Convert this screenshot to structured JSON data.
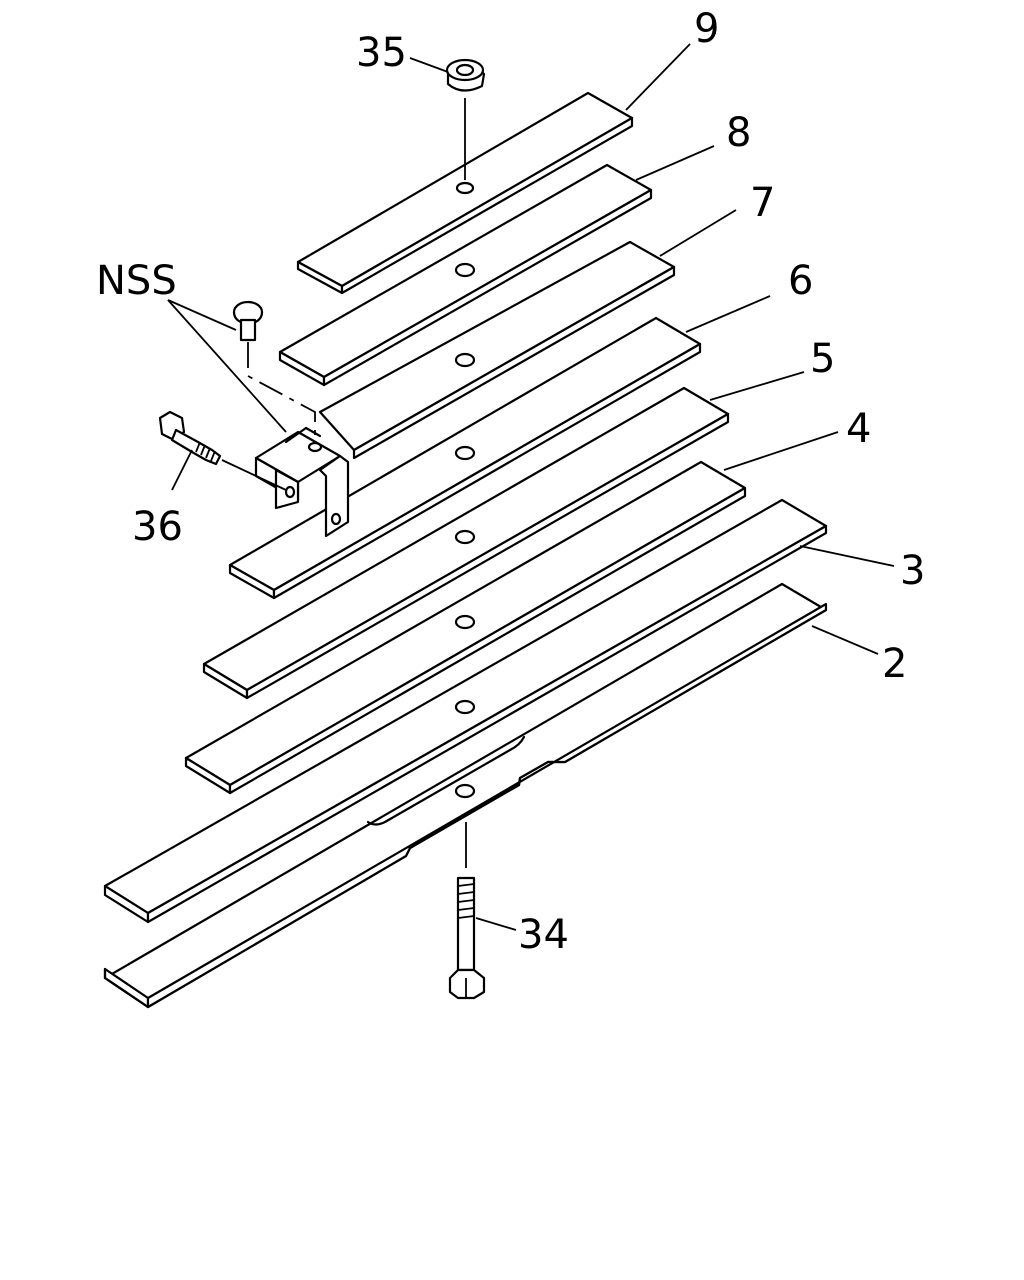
{
  "callouts": {
    "leaf9": "9",
    "leaf8": "8",
    "leaf7": "7",
    "leaf6": "6",
    "leaf5": "5",
    "leaf4": "4",
    "leaf3": "3",
    "leaf2": "2",
    "nut": "35",
    "center_bolt": "34",
    "clip_bolt": "36",
    "nss": "NSS"
  }
}
